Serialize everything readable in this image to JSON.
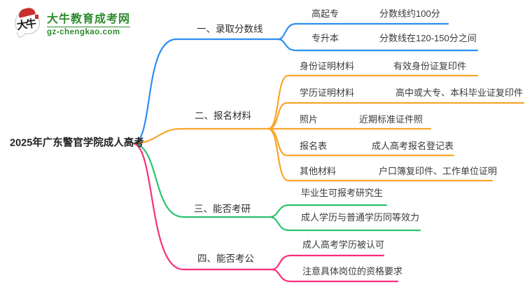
{
  "logo": {
    "badge_text": "大牛",
    "site_name": "大牛教育成考网",
    "site_domain": "gz-chengkao.com",
    "brand_green": "#2e8b2c",
    "seal_red": "#c9302c"
  },
  "root": {
    "label": "2025年广东警官学院成人高考"
  },
  "branches": [
    {
      "label": "一、录取分数线",
      "color": "#2b8ef0",
      "children": [
        {
          "label": "高起专",
          "detail": "分数线约100分"
        },
        {
          "label": "专升本",
          "detail": "分数线在120-150分之间"
        }
      ]
    },
    {
      "label": "二、报名材料",
      "color": "#f7a62b",
      "children": [
        {
          "label": "身份证明材料",
          "detail": "有效身份证复印件"
        },
        {
          "label": "学历证明材料",
          "detail": "高中或大专、本科毕业证复印件"
        },
        {
          "label": "照片",
          "detail": "近期标准证件照"
        },
        {
          "label": "报名表",
          "detail": "成人高考报名登记表"
        },
        {
          "label": "其他材料",
          "detail": "户口簿复印件、工作单位证明"
        }
      ]
    },
    {
      "label": "三、能否考研",
      "color": "#2bc46d",
      "children": [
        {
          "label": "毕业生可报考研究生"
        },
        {
          "label": "成人学历与普通学历同等效力"
        }
      ]
    },
    {
      "label": "四、能否考公",
      "color": "#fa2e7d",
      "children": [
        {
          "label": "成人高考学历被认可"
        },
        {
          "label": "注意具体岗位的资格要求"
        }
      ]
    }
  ]
}
